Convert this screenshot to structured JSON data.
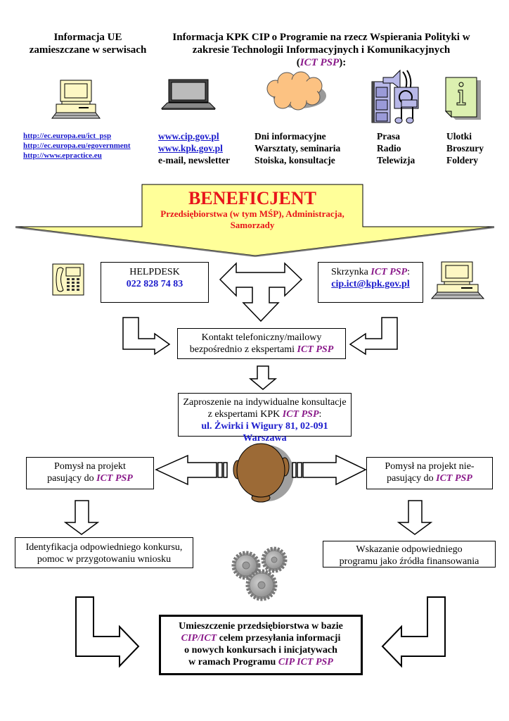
{
  "header": {
    "left_title_line1": "Informacja UE",
    "left_title_line2": "zamieszczane w serwisach",
    "right_title_line1": "Informacja KPK CIP o Programie na rzecz Wspierania Polityki w",
    "right_title_line2": "zakresie Technologii Informacyjnych i Komunikacyjnych",
    "right_title_open": "(",
    "right_title_accent": "ICT PSP",
    "right_title_close": "):"
  },
  "channels": {
    "ue_links": [
      "http://ec.europa.eu/ict_psp",
      "http://ec.europa.eu/egovernment",
      "http://www.epractice.eu"
    ],
    "kpk_links": [
      "www.cip.gov.pl",
      "www.kpk.gov.pl"
    ],
    "kpk_extra": "e-mail, newsletter",
    "events": [
      "Dni informacyjne",
      "Warsztaty, seminaria",
      "Stoiska, konsultacje"
    ],
    "media": [
      "Prasa",
      "Radio",
      "Telewizja"
    ],
    "print": [
      "Ulotki",
      "Broszury",
      "Foldery"
    ],
    "icons": [
      "desktop-computer-icon",
      "laptop-icon",
      "cloud-icon",
      "media-icon",
      "info-leaflet-icon"
    ]
  },
  "beneficiary": {
    "title": "BENEFICJENT",
    "subtitle_line1": "Przedsiębiorstwa (w tym MŚP), Administracja,",
    "subtitle_line2": "Samorzady",
    "fill_color": "#ffff99",
    "text_color": "#e8141b"
  },
  "helpdesk": {
    "label": "HELPDESK",
    "phone": "022 828 74 83"
  },
  "mailbox": {
    "label": "Skrzynka ",
    "accent": "ICT PSP",
    "colon": ":",
    "email": "cip.ict@kpk.gov.pl"
  },
  "contact": {
    "line1": "Kontakt telefoniczny/mailowy",
    "line2": "bezpośrednio z ekspertami ",
    "accent": "ICT PSP"
  },
  "invitation": {
    "line1": "Zaproszenie na indywidualne konsultacje",
    "line2": "z ekspertami KPK ",
    "accent": "ICT PSP",
    "colon": ":",
    "address": "ul. Żwirki i Wigury 81, 02-091 Warszawa"
  },
  "idea_fit": {
    "line1": "Pomysł na projekt",
    "line2": "pasujący do ",
    "accent": "ICT PSP"
  },
  "idea_nofit": {
    "line1": "Pomysł na projekt nie-",
    "line2": "pasujący do ",
    "accent": "ICT PSP"
  },
  "identification": {
    "line1": "Identyfikacja odpowiedniego konkursu,",
    "line2": "pomoc w przygotowaniu wniosku"
  },
  "alternative": {
    "line1": "Wskazanie odpowiedniego",
    "line2": "programu jako źródła finansowania"
  },
  "database": {
    "line1": "Umieszczenie przedsiębiorstwa w bazie",
    "accent1": "CIP/ICT",
    "line2_rest": " celem przesyłania informacji",
    "line3": "o nowych konkursach i inicjatywach",
    "line4_prefix": "w ramach Programu ",
    "accent2": "CIP ICT PSP"
  },
  "colors": {
    "accent_purple": "#8a1a8a",
    "link_blue": "#1a1acc",
    "table_brown": "#9c6a36",
    "computer_beige": "#fdf7c3"
  }
}
